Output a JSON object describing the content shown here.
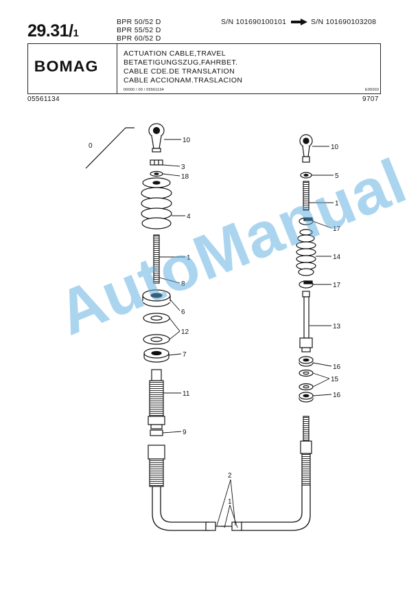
{
  "header": {
    "page_number": "29.31/",
    "page_sub": "1",
    "models": [
      "BPR 50/52 D",
      "BPR 55/52 D",
      "BPR 60/52 D"
    ],
    "serial_from": "S/N 101690100101",
    "serial_to": "S/N 101690103208",
    "logo": "BOMAG",
    "titles": [
      "ACTUATION CABLE,TRAVEL",
      "BETAETIGUNGSZUG,FAHRBET.",
      "CABLE CDE.DE TRANSLATION",
      "CABLE ACCIONAM.TRASLACION"
    ],
    "ref_code": "00000 / 00 / 05561134",
    "code_right": "E05003",
    "doc_number": "05561134",
    "doc_date": "9707"
  },
  "callouts": {
    "c0": "0",
    "c10a": "10",
    "c3": "3",
    "c18": "18",
    "c4": "4",
    "c1a": "1",
    "c8": "8",
    "c6": "6",
    "c12": "12",
    "c7": "7",
    "c11": "11",
    "c9": "9",
    "c10b": "10",
    "c5": "5",
    "c1b": "1",
    "c17a": "17",
    "c14": "14",
    "c17b": "17",
    "c13": "13",
    "c16a": "16",
    "c15": "15",
    "c16b": "16",
    "c2": "2",
    "c1c": "1"
  },
  "watermark": "AutoManual",
  "colors": {
    "ink": "#111111",
    "watermark": "#5aace0"
  }
}
